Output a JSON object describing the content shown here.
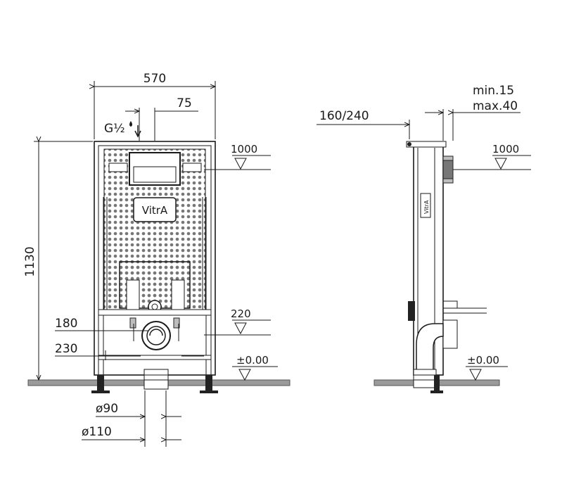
{
  "front_view": {
    "width_label": "570",
    "offset_label": "75",
    "height_label": "1130",
    "thread_label": "G½",
    "level_1000": "1000",
    "level_220": "220",
    "level_zero": "±0.00",
    "dim_180": "180",
    "dim_230": "230",
    "dia_90": "ø90",
    "dia_110": "ø110",
    "logo_text": "VitrA"
  },
  "side_view": {
    "depth_label": "160/240",
    "min_label": "min.15",
    "max_label": "max.40",
    "level_1000": "1000",
    "level_zero": "±0.00",
    "logo_text": "VitrA"
  },
  "colors": {
    "line": "#1a1a1a",
    "floor": "#9a9a9a",
    "panel_grey": "#bdbdbd"
  }
}
